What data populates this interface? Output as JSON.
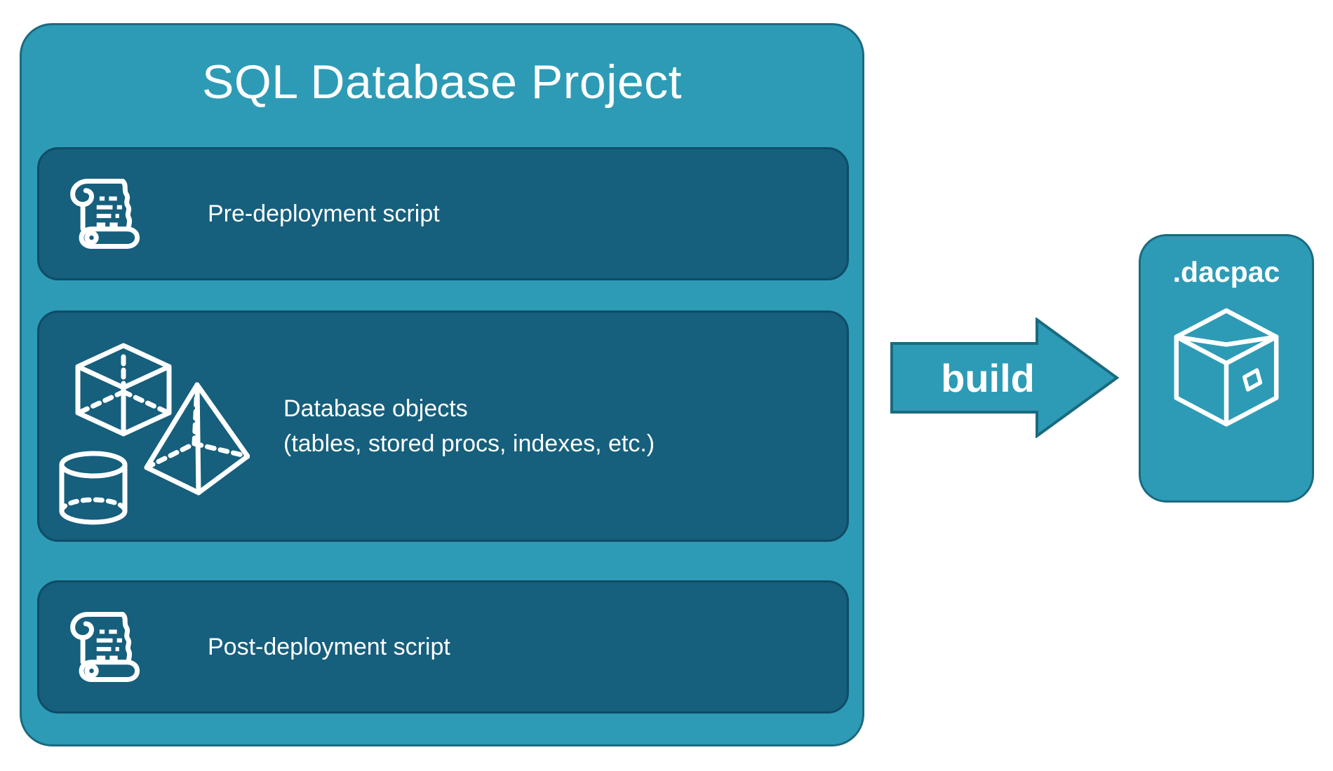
{
  "project": {
    "title": "SQL Database Project",
    "items": [
      {
        "id": "pre-deployment",
        "icon": "scroll-icon",
        "label": "Pre-deployment script"
      },
      {
        "id": "database-objects",
        "icon": "shapes-icon",
        "label": "Database objects",
        "sublabel": "(tables, stored procs, indexes, etc.)"
      },
      {
        "id": "post-deployment",
        "icon": "scroll-icon",
        "label": "Post-deployment script"
      }
    ]
  },
  "arrow": {
    "label": "build"
  },
  "output": {
    "label": ".dacpac",
    "icon": "package-icon"
  },
  "colors": {
    "teal": "#2D9BB5",
    "teal_border": "#1A6A80",
    "panel": "#165F7D",
    "panel_border": "#0E4C66",
    "text": "#FFFFFF"
  }
}
